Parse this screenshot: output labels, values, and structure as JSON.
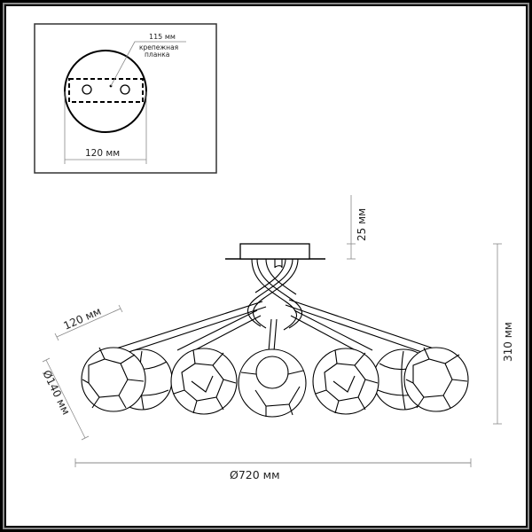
{
  "inset": {
    "bracket_length": "115 мм",
    "bracket_label_line1": "крепежная",
    "bracket_label_line2": "планка",
    "canopy_diameter": "120 мм"
  },
  "main_view": {
    "canopy_height": "25 мм",
    "total_height": "310 мм",
    "arm_length": "120 мм",
    "shade_diameter": "Ø140 мм",
    "total_diameter": "Ø720 мм"
  },
  "colors": {
    "line": "#000000",
    "dimension_line": "#808080",
    "text": "#222222"
  }
}
